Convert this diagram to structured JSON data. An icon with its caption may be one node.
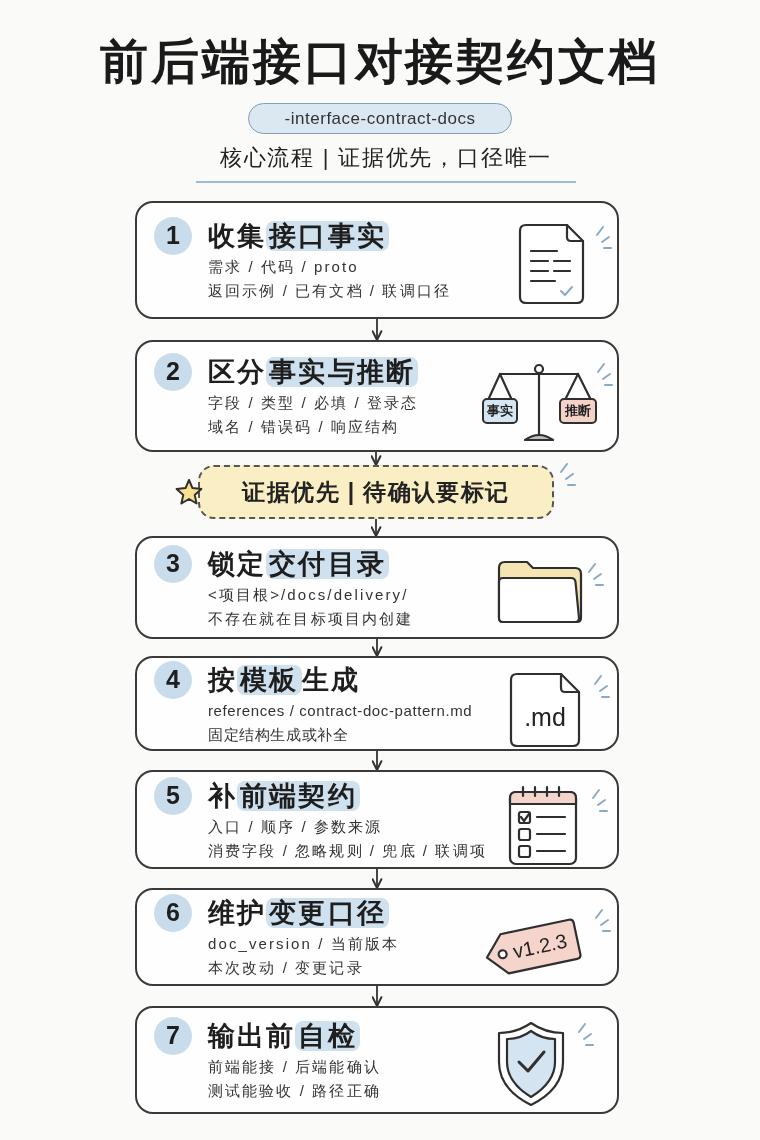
{
  "diagram": {
    "title": "前后端接口对接契约文档",
    "nodes": [
      {
        "text": [
          "-interface-contract-docs"
        ]
      },
      {
        "text": [
          "1",
          "收集**接口事实**",
          "需求 / 代码 / proto",
          "返回示例 / 已有文档 / 联调口径"
        ]
      },
      {
        "text": [
          "2",
          "区分**事实与推断**",
          "字段 / 类型 / 必填 / 登录态",
          "域名 / 错误码 / 响应结构",
          "事实",
          "推断"
        ]
      },
      {
        "text": [
          "证据优先 | 待确认要标记"
        ]
      },
      {
        "text": [
          "3",
          "锁定**交付目录**",
          "<项目根>/docs/delivery/",
          "不存在就在目标项目内创建"
        ]
      },
      {
        "text": [
          "4",
          "按**模板**生成",
          "references / contract-doc-pattern.md",
          "固定结构生成或补全",
          ".md"
        ]
      },
      {
        "text": [
          "5",
          "补**前端契约**",
          "入口 / 顺序 / 参数来源",
          "消费字段 / 忽略规则 / 兜底 / 联调项"
        ]
      },
      {
        "text": [
          "6",
          "维护**变更口径**",
          "doc_version / 当前版本",
          "本次改动 / 变更记录",
          "v1.2.3"
        ]
      },
      {
        "text": [
          "7",
          "输出前**自检**",
          "前端能接 / 后端能确认",
          "测试能验收 / 路径正确"
        ]
      }
    ],
    "edges": [
      {
        "from": 1,
        "to": 2,
        "arrow": "to"
      },
      {
        "from": 2,
        "to": 3,
        "arrow": "to"
      },
      {
        "from": 3,
        "to": 4,
        "arrow": "to"
      },
      {
        "from": 4,
        "to": 5,
        "arrow": "to"
      },
      {
        "from": 5,
        "to": 6,
        "arrow": "to"
      },
      {
        "from": 6,
        "to": 7,
        "arrow": "to"
      },
      {
        "from": 7,
        "to": 8,
        "arrow": "to"
      }
    ],
    "labels": [
      "核心流程 | 证据优先，口径唯一"
    ]
  }
}
